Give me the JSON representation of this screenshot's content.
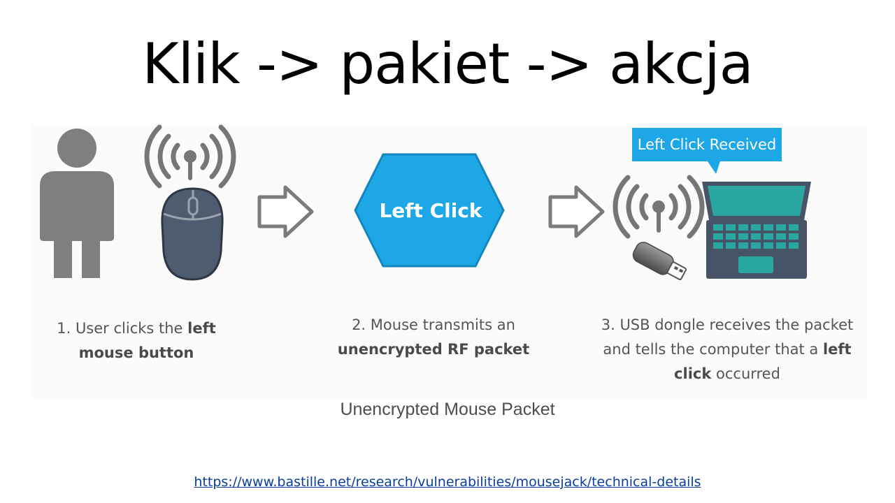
{
  "slide": {
    "title": "Klik -> pakiet -> akcja"
  },
  "diagram": {
    "packet_shape_label": "Left Click",
    "callout_label": "Left Click Received",
    "steps": [
      {
        "number": "1.",
        "before": "User clicks the",
        "bold": "left mouse button",
        "after": ""
      },
      {
        "number": "2.",
        "before": "Mouse transmits an",
        "bold": "unencrypted RF packet",
        "after": ""
      },
      {
        "number": "3.",
        "before": "USB dongle receives the packet and tells the computer that a",
        "bold": "left click",
        "after": "occurred"
      }
    ],
    "caption": "Unencrypted Mouse Packet"
  },
  "source": {
    "url": "https://www.bastille.net/research/vulnerabilities/mousejack/technical-details"
  },
  "colors": {
    "person_gray": "#7f7f7f",
    "signal_gray": "#767676",
    "mouse_body": "#4f5b6e",
    "packet_blue": "#1ea7e6",
    "laptop_dark": "#475468",
    "laptop_screen": "#2aa7a1"
  }
}
